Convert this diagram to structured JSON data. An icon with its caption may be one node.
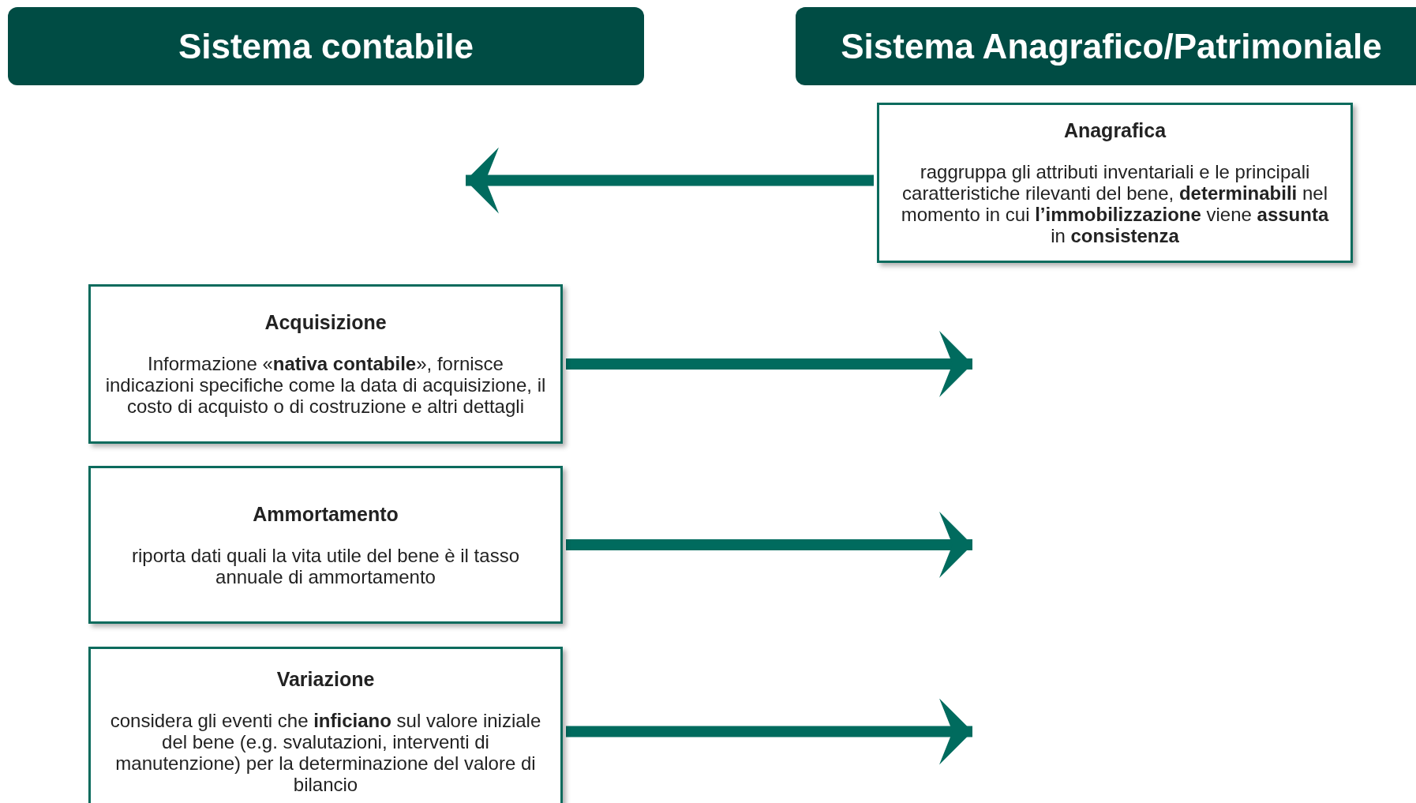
{
  "diagram": {
    "nodes": [
      {
        "text": [
          "Sistema contabile"
        ]
      },
      {
        "text": [
          "Sistema Anagrafico/Patrimoniale"
        ]
      },
      {
        "text": [
          "Anagrafica",
          "raggruppa gli attributi inventariali e le principali caratteristiche rilevanti del bene, **determinabili** nel momento in cui **l’immobilizzazione** viene **assunta** in **consistenza**"
        ]
      },
      {
        "text": [
          "Acquisizione",
          "Informazione «**nativa contabile**», fornisce indicazioni specifiche come la data di acquisizione, il costo di acquisto o di costruzione e altri dettagli"
        ]
      },
      {
        "text": [
          "Ammortamento",
          "riporta dati quali la vita utile del bene è il tasso annuale di ammortamento"
        ]
      },
      {
        "text": [
          "Variazione",
          "considera gli eventi che **inficiano** sul valore iniziale del bene (e.g. svalutazioni, interventi di manutenzione) per la determinazione del valore di bilancio"
        ]
      }
    ],
    "edges": [
      {
        "from": 2,
        "to": null,
        "arrow": "to"
      },
      {
        "from": 3,
        "to": null,
        "arrow": "to"
      },
      {
        "from": 4,
        "to": null,
        "arrow": "to"
      },
      {
        "from": 5,
        "to": null,
        "arrow": "to"
      }
    ]
  }
}
